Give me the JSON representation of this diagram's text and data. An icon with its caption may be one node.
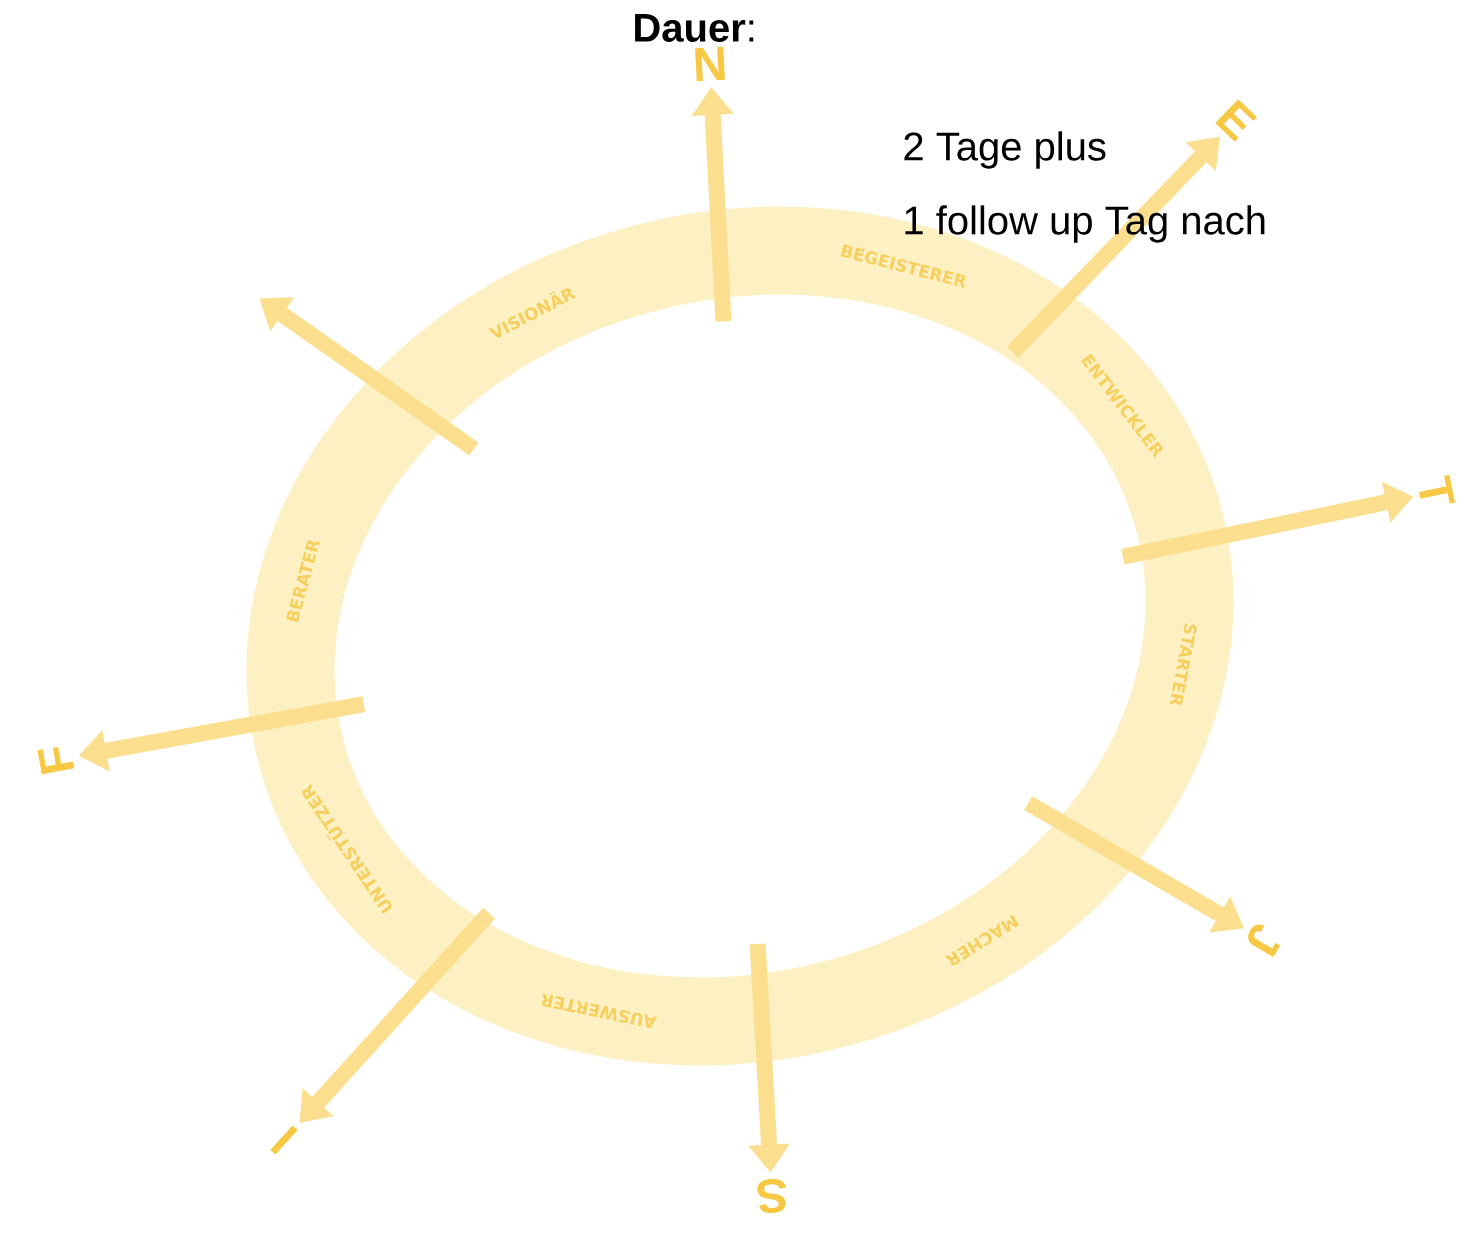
{
  "diagram": {
    "nodes": [
      {
        "text": [
          "BEGEISTERER",
          "ENTWICKLER",
          "STARTER",
          "MACHER",
          "AUSWERTER",
          "UNTERSTÜTZER",
          "BERATER",
          "VISIONÄR"
        ]
      },
      {
        "text": [
          "N"
        ]
      },
      {
        "text": [
          "E"
        ]
      },
      {
        "text": [
          "T"
        ]
      },
      {
        "text": [
          "J"
        ]
      },
      {
        "text": [
          "S"
        ]
      },
      {
        "text": [
          "I"
        ]
      },
      {
        "text": [
          "F"
        ]
      }
    ],
    "edges": [
      {
        "from": 0,
        "to": 1,
        "arrow": "to"
      },
      {
        "from": 0,
        "to": 2,
        "arrow": "to"
      },
      {
        "from": 0,
        "to": 3,
        "arrow": "to"
      },
      {
        "from": 0,
        "to": 4,
        "arrow": "to"
      },
      {
        "from": 0,
        "to": 5,
        "arrow": "to"
      },
      {
        "from": 0,
        "to": 6,
        "arrow": "to"
      },
      {
        "from": 0,
        "to": 7,
        "arrow": "to"
      },
      {
        "from": 0,
        "to": null,
        "arrow": "to"
      }
    ],
    "labels": [
      "**Dauer**:",
      "2 Tage plus",
      "1 follow up Tag nach"
    ]
  }
}
